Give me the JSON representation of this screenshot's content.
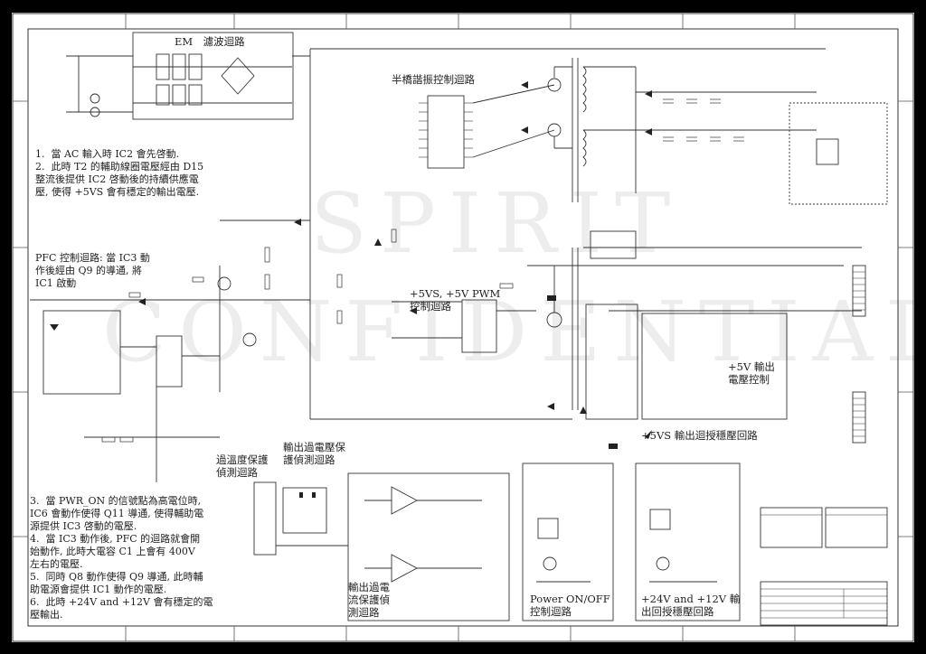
{
  "titles": {
    "emi": "EM　濾波迴路",
    "half_bridge": "半橋諧振控制迴路",
    "pfc": "PFC 控制迴路: 當 IC3 動\n作後經由 Q9 的導通, 將\nIC1 啟動",
    "standby_pwm": "+5VS, +5V PWM\n控制迴路",
    "plus5v_out": "+5V 輸出\n電壓控制",
    "feedback_5vs": "+5VS 輸出迴授穩壓回路",
    "ovp": "過溫度保護\n偵測迴路",
    "output_ovp": "輸出過電壓保\n護偵測迴路",
    "ocp": "輸出過電\n流保護偵\n測迴路",
    "power_onoff": "Power ON/OFF\n控制迴路",
    "feedback_24_12": "+24V and +12V 輸\n出回授穩壓回路"
  },
  "notes": {
    "top": "1.  當 AC 輸入時 IC2 會先啓動.\n2.  此時 T2 的輔助線圈電壓經由 D15\n整流後提供 IC2 啓動後的持續供應電\n壓, 使得 +5VS 會有穩定的輸出電壓.",
    "bottom": "3.  當 PWR_ON 的信號點為高電位時,\nIC6 會動作使得 Q11 導通, 使得輔助電\n源提供 IC3 啓動的電壓.\n4.  當 IC3 動作後, PFC 的迴路就會開\n始動作, 此時大電容 C1 上會有 400V\n左右的電壓.\n5.  同時 Q8 動作使得 Q9 導通, 此時輔\n助電源會提供 IC1 動作的電壓.\n6.  此時 +24V and +12V 會有穩定的電\n壓輸出."
  },
  "watermark": {
    "line1": "SPIRIT",
    "line2": "CONFIDENTIAL"
  },
  "colors": {
    "ink": "#222222",
    "background": "#ffffff",
    "border": "#000000"
  }
}
